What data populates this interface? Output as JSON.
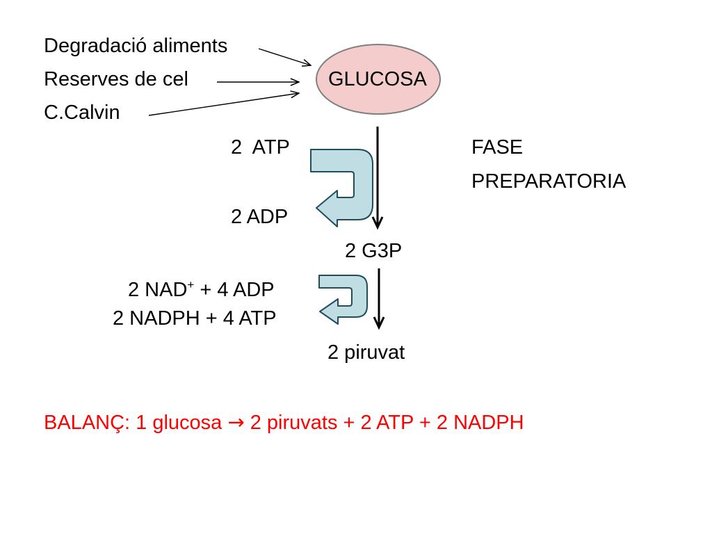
{
  "sources": {
    "degradacio": "Degradació aliments",
    "reserves": "Reserves de cel",
    "calvin": "C.Calvin"
  },
  "glucosa": "GLUCOSA",
  "step1": {
    "input": "2  ATP",
    "output": "2 ADP"
  },
  "phase": {
    "line1": "FASE",
    "line2": "PREPARATORIA"
  },
  "g3p": "2 G3P",
  "step2": {
    "input_prefix": "2 NAD",
    "input_sup": "+",
    "input_suffix": " + 4 ADP",
    "output": "2 NADPH + 4 ATP"
  },
  "piruvat": "2 piruvat",
  "balance": {
    "label": "BALANÇ",
    "text": ": 1 glucosa ",
    "arrow": "→",
    "result": " 2 piruvats + 2 ATP + 2 NADPH"
  },
  "colors": {
    "ellipse_fill": "#f4cccc",
    "ellipse_stroke": "#7f7f7f",
    "curved_arrow_fill": "#bfdde3",
    "curved_arrow_stroke": "#1f4e5a",
    "balance_text": "#ff0000"
  },
  "icons": [
    "curved-arrow-icon",
    "down-arrow-icon",
    "pointer-arrow-icon"
  ]
}
